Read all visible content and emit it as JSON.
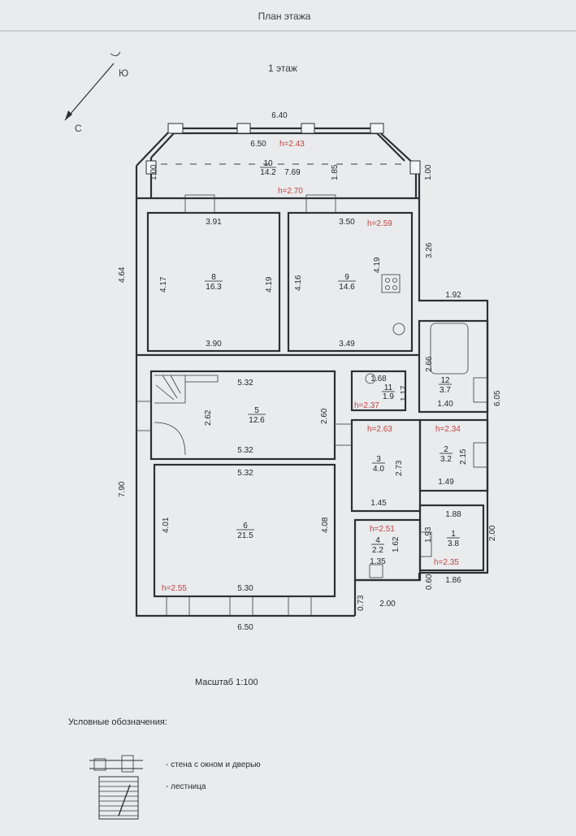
{
  "header": {
    "title": "План этажа",
    "floor": "1 этаж"
  },
  "compass": {
    "north": "С",
    "south": "Ю"
  },
  "dims": {
    "top_outer": "6.40",
    "bay_inner": "6.50",
    "bay_side_left": "1.00",
    "bay_side_right": "1.00",
    "bay_inner_right": "1.85",
    "r8_top": "3.91",
    "r8_bottom": "3.90",
    "r8_left": "4.17",
    "r8_right": "4.19",
    "r9_top": "3.50",
    "r9_bottom": "3.49",
    "r9_left": "4.16",
    "r9_right": "4.19",
    "left_upper": "4.64",
    "left_lower": "7.90",
    "right_upper": "3.26",
    "right_lower": "6.05",
    "wing_top": "1.92",
    "r5_top": "5.32",
    "r5_bottom": "5.32",
    "r5_left": "2.62",
    "r5_right": "2.60",
    "r6_top": "5.32",
    "r6_bottom": "5.30",
    "r6_left": "4.01",
    "r6_right": "4.08",
    "bottom_outer": "6.50",
    "r11_top": "1.68",
    "r11_right": "1.17",
    "r12_left": "2.66",
    "r12_bottom": "1.40",
    "r3_right": "2.73",
    "r3_bottom": "1.45",
    "r2_right": "2.15",
    "r2_bottom": "1.49",
    "r1_top": "1.88",
    "r1_left": "1.93",
    "r1_right": "2.00",
    "r1_bottom": "1.86",
    "r4_right": "1.62",
    "r4_bottom": "1.35",
    "porch_a": "0.73",
    "porch_b": "2.00",
    "porch_c": "0.60"
  },
  "heights": {
    "h10": "h=2.43",
    "h_corr": "h=2.70",
    "h9": "h=2.59",
    "h11": "h=2.37",
    "h3": "h=2.63",
    "h2": "h=2.34",
    "h4": "h=2.51",
    "h1": "h=2.35",
    "h6": "h=2.55"
  },
  "rooms": [
    {
      "num": "10",
      "area": "14.2",
      "extra": "7.69"
    },
    {
      "num": "8",
      "area": "16.3"
    },
    {
      "num": "9",
      "area": "14.6"
    },
    {
      "num": "5",
      "area": "12.6"
    },
    {
      "num": "6",
      "area": "21.5"
    },
    {
      "num": "11",
      "area": "1.9"
    },
    {
      "num": "12",
      "area": "3.7"
    },
    {
      "num": "3",
      "area": "4.0"
    },
    {
      "num": "2",
      "area": "3.2"
    },
    {
      "num": "4",
      "area": "2.2"
    },
    {
      "num": "1",
      "area": "3.8"
    }
  ],
  "scale": "Масштаб 1:100",
  "legend": {
    "title": "Условные обозначения:",
    "items": [
      "- стена с окном и  дверью",
      "- лестница"
    ]
  }
}
